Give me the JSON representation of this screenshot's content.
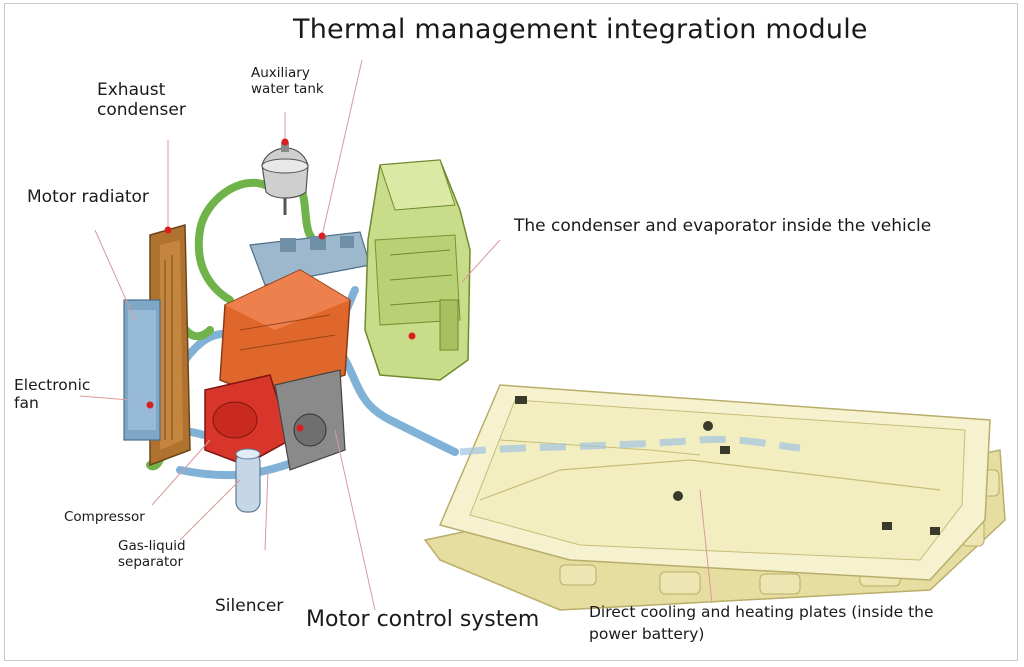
{
  "title": "Thermal management integration module",
  "labels": {
    "exhaust_condenser_l1": "Exhaust",
    "exhaust_condenser_l2": "condenser",
    "auxiliary_water_tank_l1": "Auxiliary",
    "auxiliary_water_tank_l2": "water tank",
    "motor_radiator": "Motor radiator",
    "condenser_evaporator": "The condenser and evaporator inside the vehicle",
    "electronic_fan_l1": "Electronic",
    "electronic_fan_l2": "fan",
    "compressor": "Compressor",
    "gas_liquid_separator_l1": "Gas-liquid",
    "gas_liquid_separator_l2": "separator",
    "silencer": "Silencer",
    "motor_control_system": "Motor control system",
    "direct_cooling_l1": "Direct cooling and heating plates (inside the",
    "direct_cooling_l2": "power battery)"
  },
  "colors": {
    "radiator": "#b0732f",
    "motor_unit": "#e0672b",
    "compressor": "#d8362a",
    "pipes_blue": "#7fb2d6",
    "pipes_green": "#6fb34a",
    "hvac_unit": "#c9dc8a",
    "battery_pack": "#f2efc6",
    "leader_line": "#d99a9a",
    "marker": "#d81e1e"
  }
}
